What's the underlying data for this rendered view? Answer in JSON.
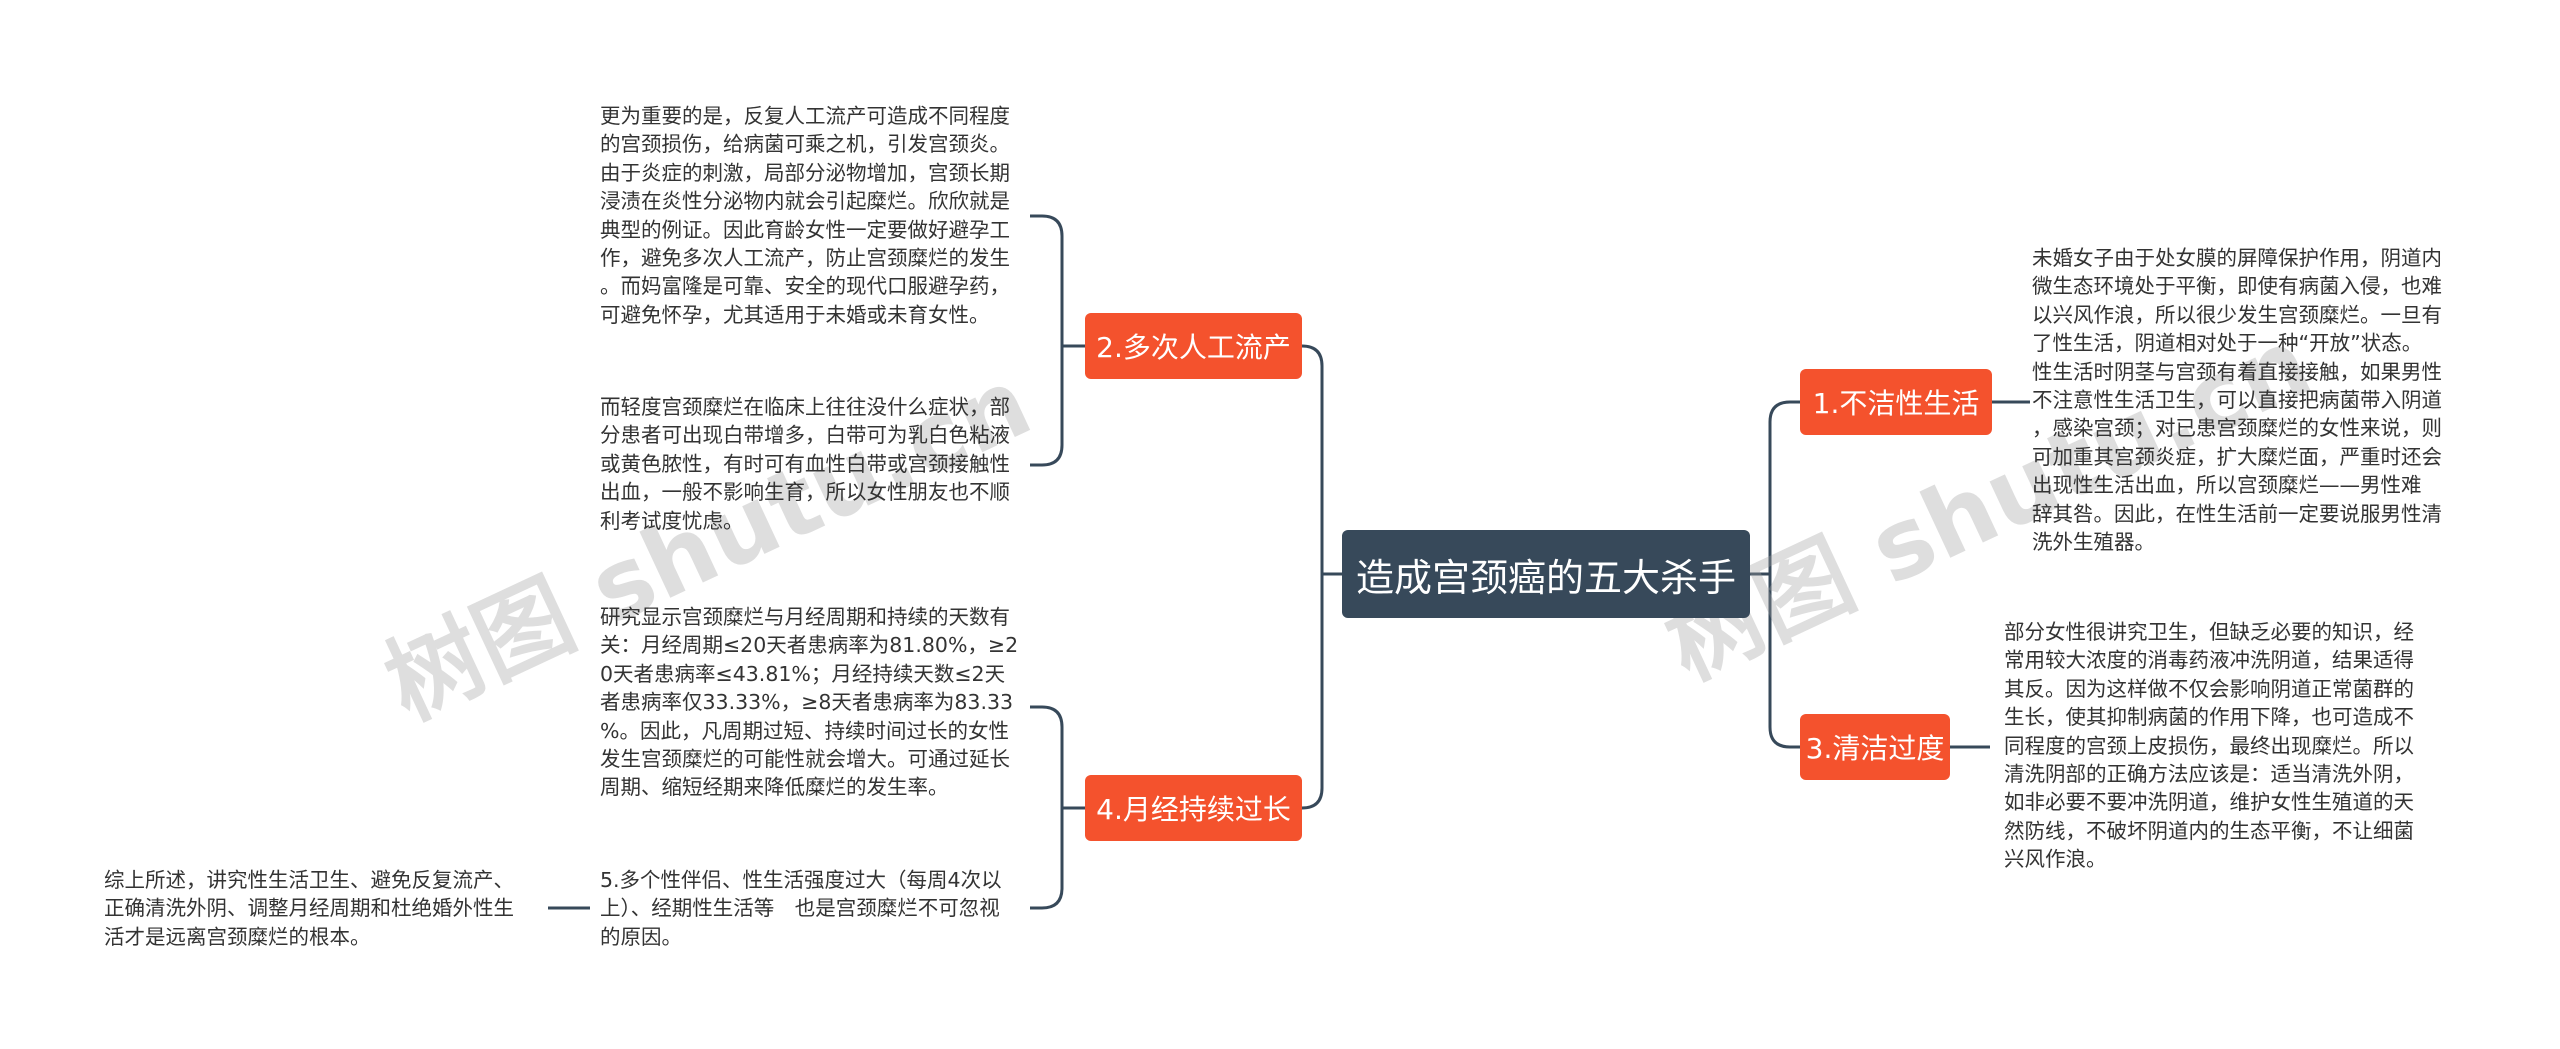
{
  "root": "造成宫颈癌的五大杀手",
  "branches": {
    "b1": "1.不洁性生活",
    "b2": "2.多次人工流产",
    "b3": "3.清洁过度",
    "b4": "4.月经持续过长"
  },
  "leaves": {
    "l1": [
      "未婚女子由于处女膜的屏障保护作用，阴道内",
      "微生态环境处于平衡，即使有病菌入侵，也难",
      "以兴风作浪，所以很少发生宫颈糜烂。一旦有",
      "了性生活，阴道相对处于一种“开放”状态。",
      "性生活时阴茎与宫颈有着直接接触，如果男性",
      "不注意性生活卫生，可以直接把病菌带入阴道",
      "，感染宫颈；对已患宫颈糜烂的女性来说，则",
      "可加重其宫颈炎症，扩大糜烂面，严重时还会",
      "出现性生活出血，所以宫颈糜烂——男性难",
      "辞其咎。因此，在性生活前一定要说服男性清",
      "洗外生殖器。"
    ],
    "l2a": [
      "更为重要的是，反复人工流产可造成不同程度",
      "的宫颈损伤，给病菌可乘之机，引发宫颈炎。",
      "由于炎症的刺激，局部分泌物增加，宫颈长期",
      "浸渍在炎性分泌物内就会引起糜烂。欣欣就是",
      "典型的例证。因此育龄女性一定要做好避孕工",
      "作，避免多次人工流产，防止宫颈糜烂的发生",
      "。而妈富隆是可靠、安全的现代口服避孕药，",
      "可避免怀孕，尤其适用于未婚或未育女性。"
    ],
    "l2b": [
      "而轻度宫颈糜烂在临床上往往没什么症状，部",
      "分患者可出现白带增多，白带可为乳白色粘液",
      "或黄色脓性，有时可有血性白带或宫颈接触性",
      "出血，一般不影响生育，所以女性朋友也不顺",
      "利考试度忧虑。"
    ],
    "l3": [
      "部分女性很讲究卫生，但缺乏必要的知识，经",
      "常用较大浓度的消毒药液冲洗阴道，结果适得",
      "其反。因为这样做不仅会影响阴道正常菌群的",
      "生长，使其抑制病菌的作用下降，也可造成不",
      "同程度的宫颈上皮损伤，最终出现糜烂。所以",
      "清洗阴部的正确方法应该是：适当清洗外阴，",
      "如非必要不要冲洗阴道，维护女性生殖道的天",
      "然防线，不破坏阴道内的生态平衡，不让细菌",
      "兴风作浪。"
    ],
    "l4a": [
      "研究显示宫颈糜烂与月经周期和持续的天数有",
      "关：月经周期≤20天者患病率为81.80%，≥2",
      "0天者患病率≤43.81%；月经持续天数≤2天",
      "者患病率仅33.33%，≥8天者患病率为83.33",
      "%。因此，凡周期过短、持续时间过长的女性",
      "发生宫颈糜烂的可能性就会增大。可通过延长",
      "周期、缩短经期来降低糜烂的发生率。"
    ],
    "l4b": [
      "5.多个性伴侣、性生活强度过大（每周4次以",
      "上）、经期性生活等　也是宫颈糜烂不可忽视",
      "的原因。"
    ],
    "l5": [
      "综上所述，讲究性生活卫生、避免反复流产、",
      "正确清洗外阴、调整月经周期和杜绝婚外性生",
      "活才是远离宫颈糜烂的根本。"
    ]
  },
  "watermark": [
    "树图 shutu.cn",
    "树图 shutu.cn"
  ],
  "colors": {
    "root": "#37495a",
    "branch": "#f4522d",
    "edge": "#37495a",
    "text": "#333333"
  }
}
